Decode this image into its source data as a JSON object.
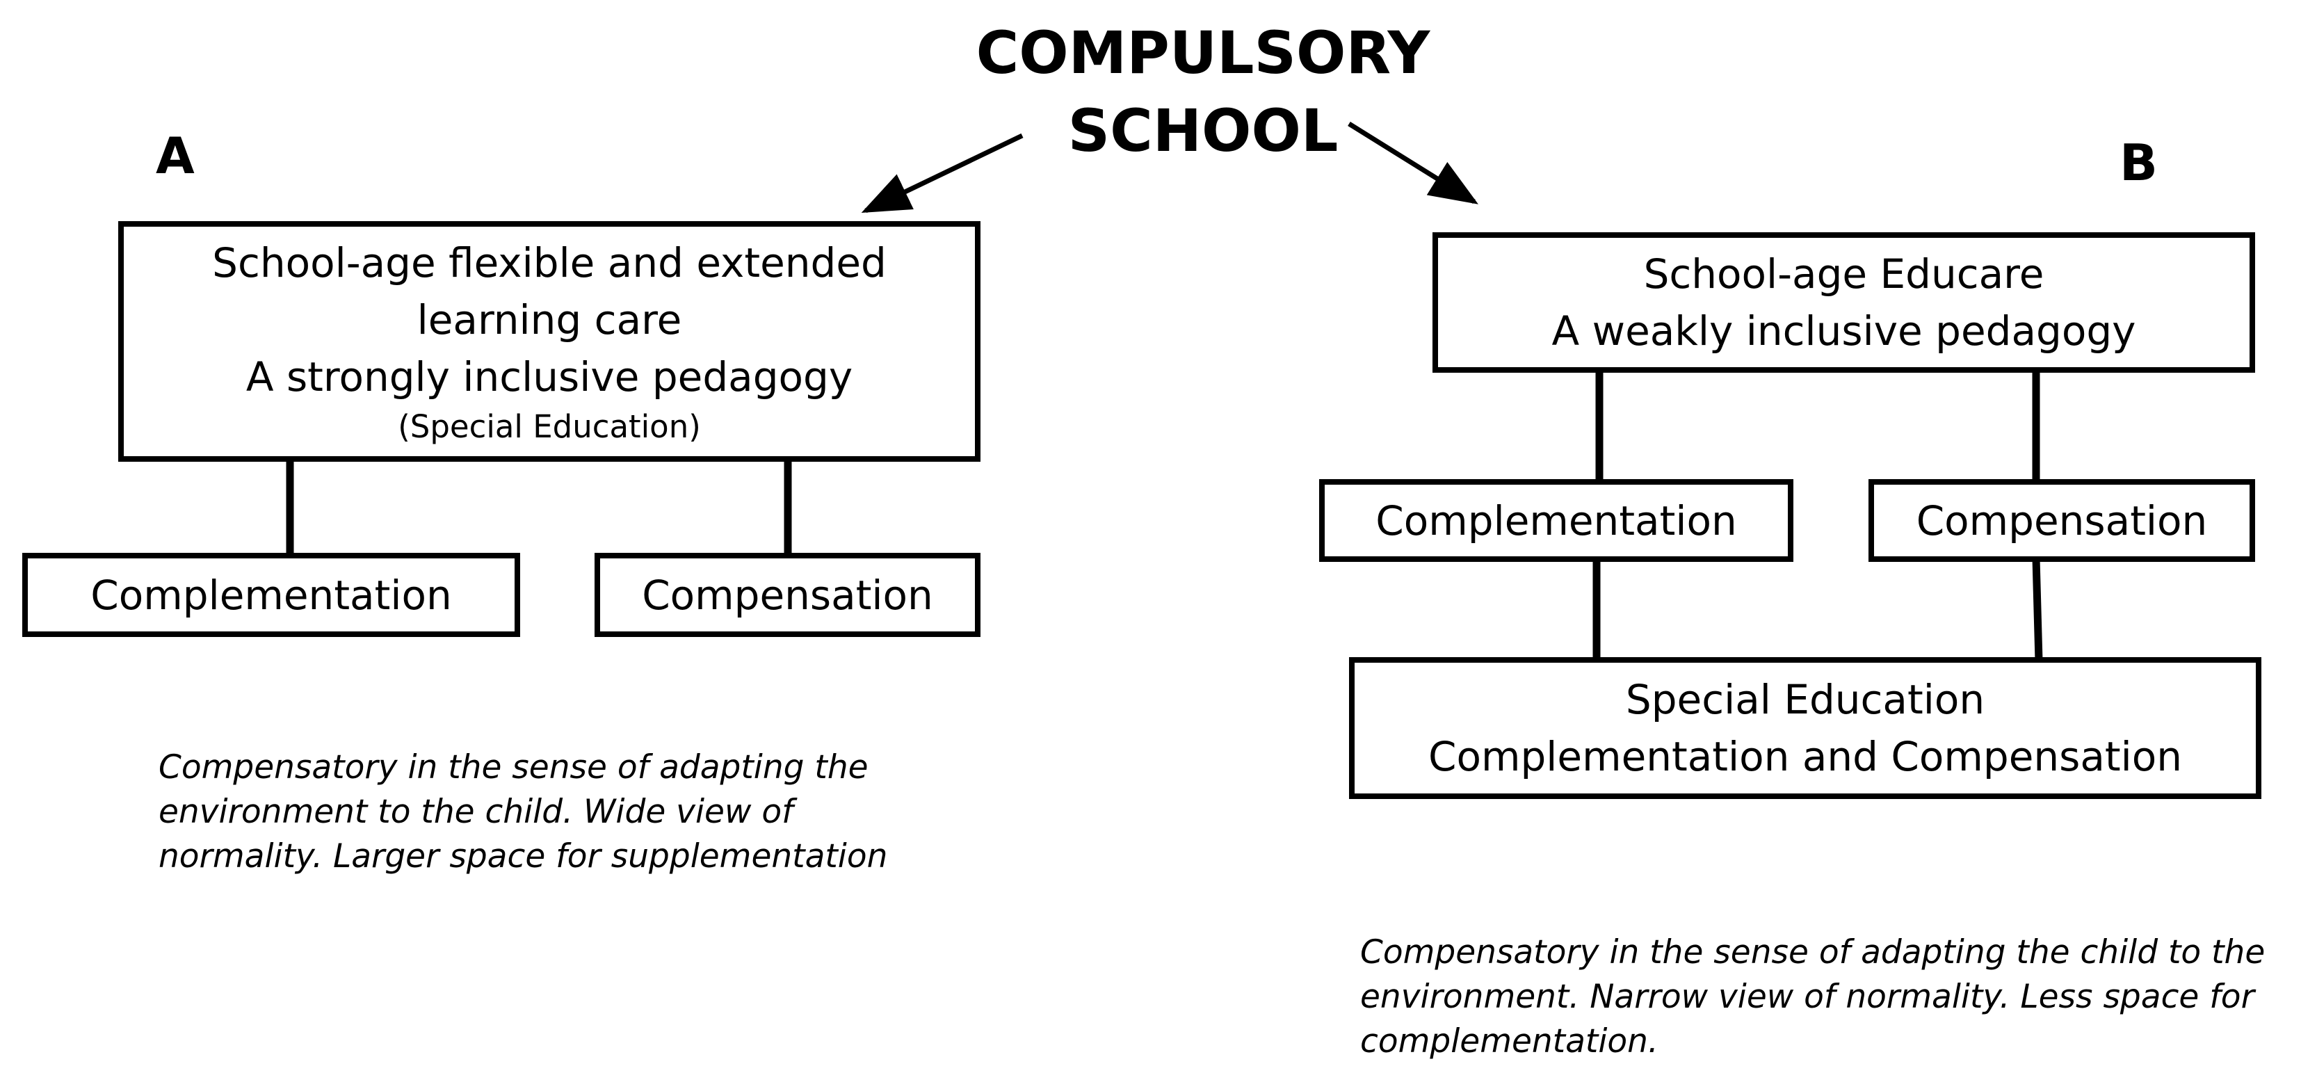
{
  "title": {
    "line1": "COMPULSORY",
    "line2": "SCHOOL"
  },
  "panel_a": {
    "letter": "A",
    "main_box": {
      "line1": "School-age flexible and extended",
      "line2": "learning care",
      "line3": "A strongly inclusive pedagogy",
      "line4": "(Special Education)"
    },
    "left_box": "Complementation",
    "right_box": "Compensation",
    "note": {
      "line1": "Compensatory in the sense of adapting the",
      "line2": "environment to the child. Wide view of",
      "line3": "normality. Larger space for supplementation"
    }
  },
  "panel_b": {
    "letter": "B",
    "main_box": {
      "line1": "School-age Educare",
      "line2": "A weakly inclusive pedagogy"
    },
    "left_box": "Complementation",
    "right_box": "Compensation",
    "bottom_box": {
      "line1": "Special Education",
      "line2": "Complementation and Compensation"
    },
    "note": {
      "line1": "Compensatory in the sense of adapting the child to the",
      "line2": "environment. Narrow view of normality. Less space for",
      "line3": "complementation."
    }
  }
}
